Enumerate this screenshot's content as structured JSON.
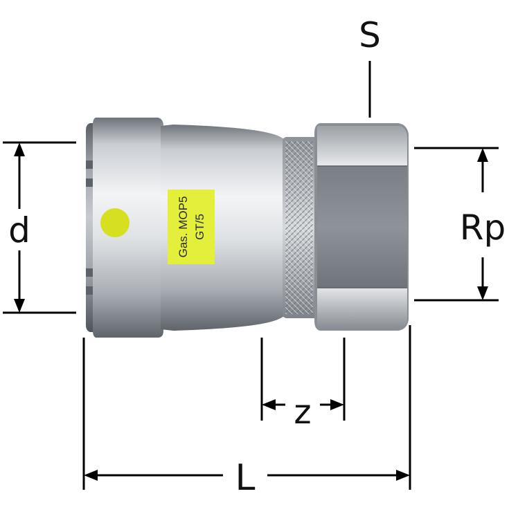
{
  "dimensions": {
    "d": "d",
    "S": "S",
    "Rp": "Rp",
    "z": "z",
    "L": "L"
  },
  "product_label": {
    "line1": "Gas. MOP5",
    "line2": "GT/5",
    "background_color": "#e4ef3b"
  },
  "colors": {
    "steel_light": "#eef0f2",
    "steel_mid": "#b4b9bf",
    "steel_dark": "#6c7077",
    "marker_dot": "#d6e020",
    "dimension_lines": "#000000"
  }
}
